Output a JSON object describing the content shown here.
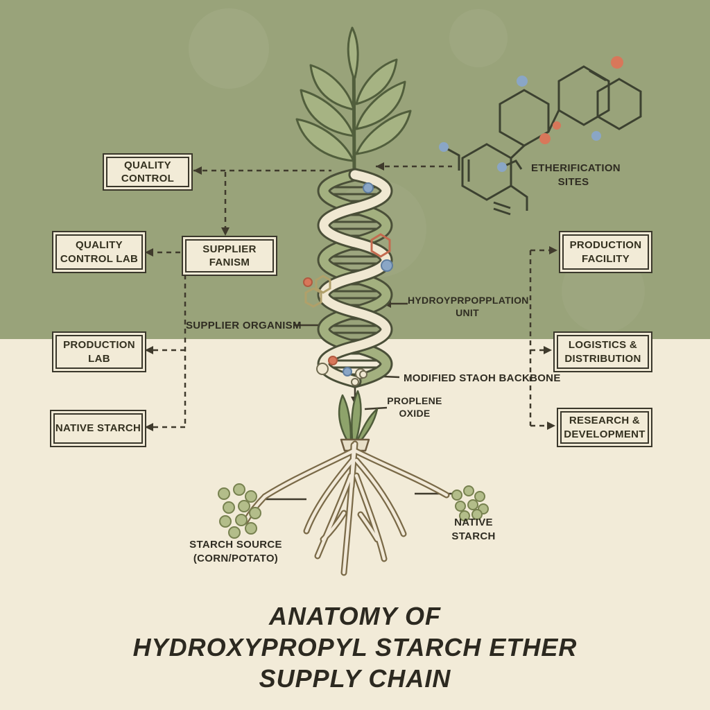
{
  "title": {
    "line1": "ANATOMY OF",
    "line2": "HYDROXYPROPYL STARCH ETHER",
    "line3": "SUPPLY CHAIN"
  },
  "boxes": {
    "quality_control": "QUALITY\nCONTROL",
    "quality_control_lab": "QUALITY\nCONTROL LAB",
    "supplier_fanism": "SUPPLIER\nFANISM",
    "production_lab": "PRODUCTION\nLAB",
    "native_starch": "NATIVE STARCH",
    "production_facility": "PRODUCTION\nFACILITY",
    "logistics_distribution": "LOGISTICS &\nDISTRIBUTION",
    "research_development": "RESEARCH &\nDEVELOPMENT"
  },
  "labels": {
    "etherification_sites": "ETHERIFICATION\nSITES",
    "hydroxypropylation_unit": "HYDROYPRPOPPLATION\nUNIT",
    "supplier_organism": "SUPPLIER ORGANISM",
    "modified_starch_backbone": "MODIFIED STAOH BACKBONE",
    "propylene_oxide": "PROPLENE\nOXIDE",
    "starch_source": "STARCH SOURCE\n(CORN/POTATO)",
    "native_starch": "NATIVE\nSTARCH"
  },
  "colors": {
    "background_green": "#99a37a",
    "background_cream": "#f2ebd8",
    "box_border": "#3a372b",
    "text_dark": "#2f2c22",
    "accent_orange": "#d8775a",
    "accent_blue": "#8aa6c6",
    "foliage_green": "#a6b383",
    "root_brown": "#7a6a48"
  }
}
